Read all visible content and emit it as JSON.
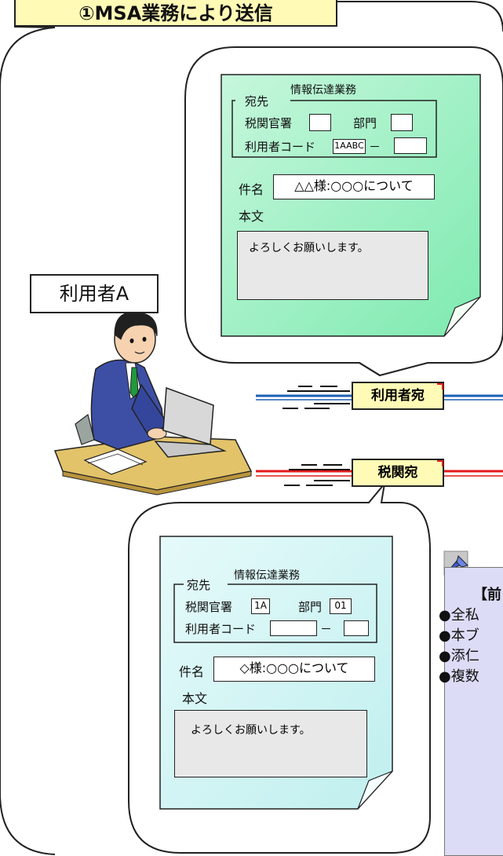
{
  "title": "①MSA業務により送信",
  "user_label": "利用者A",
  "form_top": {
    "header": "情報伝達業務",
    "address_legend": "宛先",
    "customs_office_label": "税関官署",
    "customs_office_value": "",
    "department_label": "部門",
    "department_value": "",
    "user_code_label": "利用者コード",
    "user_code_value1": "1AABC",
    "user_code_sep": "－",
    "user_code_value2": "",
    "subject_label": "件名",
    "subject_value": "△△様:○○○について",
    "body_label": "本文",
    "body_value": "よろしくお願いします。"
  },
  "form_bottom": {
    "header": "情報伝達業務",
    "address_legend": "宛先",
    "customs_office_label": "税関官署",
    "customs_office_value": "1A",
    "department_label": "部門",
    "department_value": "01",
    "user_code_label": "利用者コード",
    "user_code_value1": "",
    "user_code_sep": "－",
    "user_code_value2": "",
    "subject_label": "件名",
    "subject_value": "◇様:○○○について",
    "body_label": "本文",
    "body_value": "よろしくお願いします。"
  },
  "tags": {
    "to_user": "利用者宛",
    "to_customs": "税関宛"
  },
  "note": {
    "heading": "【前",
    "items": [
      "●全私",
      "●本ブ",
      "●添仁",
      "●複数"
    ]
  },
  "colors": {
    "blue_line": "#1e5fb4",
    "red_line": "#e41a1a",
    "form_top_bg": "#a8f0c8",
    "form_bottom_bg": "#d8f4f4",
    "tag_bg": "#fffbb6",
    "note_bg": "#dcdcf6"
  }
}
